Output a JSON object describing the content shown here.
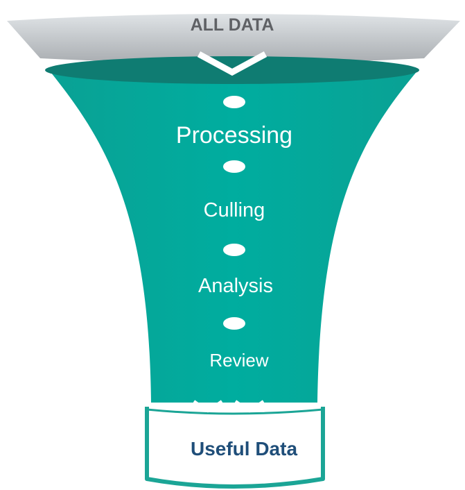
{
  "top_label": "ALL DATA",
  "stages": [
    {
      "label": "Processing"
    },
    {
      "label": "Culling"
    },
    {
      "label": "Analysis"
    },
    {
      "label": "Review"
    }
  ],
  "bottom_label": "Useful Data",
  "colors": {
    "rim_top": "#d7dbdf",
    "rim_bottom": "#a7abaf",
    "funnel_body": "#00a99d",
    "funnel_mouth": "#0f7c72",
    "label_gray": "#5f6165",
    "bucket_outline": "#1ba596",
    "bottom_text": "#1f4e79",
    "bullet": "#ffffff"
  }
}
